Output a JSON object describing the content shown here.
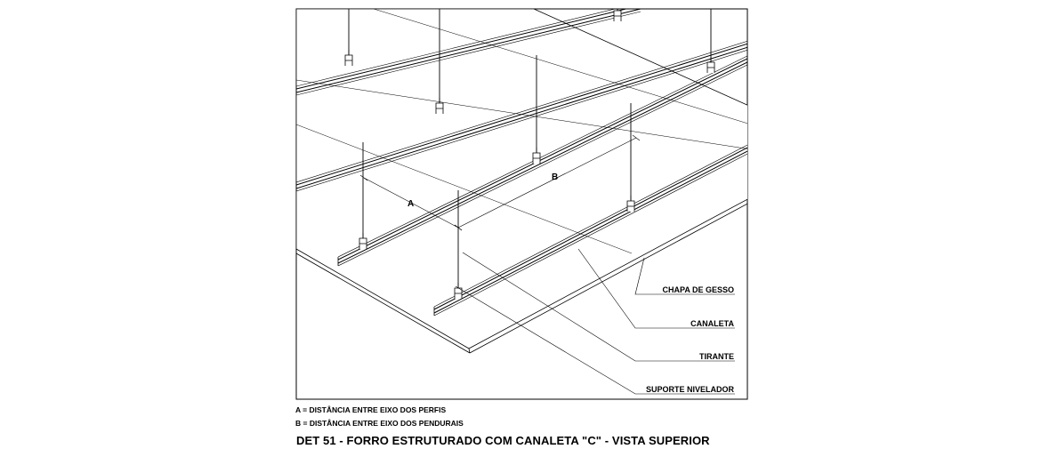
{
  "labels": {
    "chapa": "CHAPA DE GESSO",
    "canaleta": "CANALETA",
    "tirante": "TIRANTE",
    "suporte": "SUPORTE NIVELADOR"
  },
  "dims": {
    "a": "A",
    "b": "B"
  },
  "notes": {
    "a": "A = DISTÂNCIA ENTRE EIXO DOS PERFIS",
    "b": "B = DISTÂNCIA ENTRE EIXO DOS PENDURAIS"
  },
  "title": "DET 51 - FORRO ESTRUTURADO COM CANALETA \"C\" - VISTA SUPERIOR"
}
